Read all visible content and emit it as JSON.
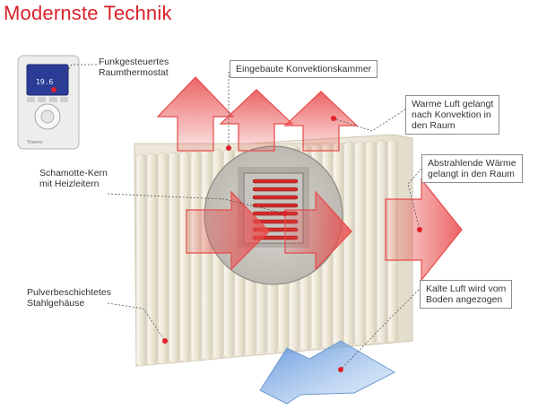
{
  "title": "Modernste Technik",
  "labels": {
    "funk_thermostat": [
      "Funkgesteuertes",
      "Raumthermostat"
    ],
    "konvektionskammer": "Eingebaute Konvektionskammer",
    "warme_luft": [
      "Warme Luft gelangt",
      "nach Konvektion in",
      "den Raum"
    ],
    "abstrahlende": [
      "Abstrahlende Wärme",
      "gelangt in den Raum"
    ],
    "schamotte": [
      "Schamotte-Kern",
      "mit Heizleitern"
    ],
    "pulver": [
      "Pulverbeschichtetes",
      "Stahlgehäuse"
    ],
    "kalte_luft": [
      "Kalte Luft wird vom",
      "Boden angezogen"
    ]
  },
  "thermostat": {
    "display_value": "19.6",
    "brand": "Thermo"
  },
  "colors": {
    "title": "#d8222a",
    "arrow_red": "#e84a4a",
    "arrow_blue": "#7aa9e0",
    "radiator": "#f3efe3",
    "dot": "#e0202a"
  }
}
